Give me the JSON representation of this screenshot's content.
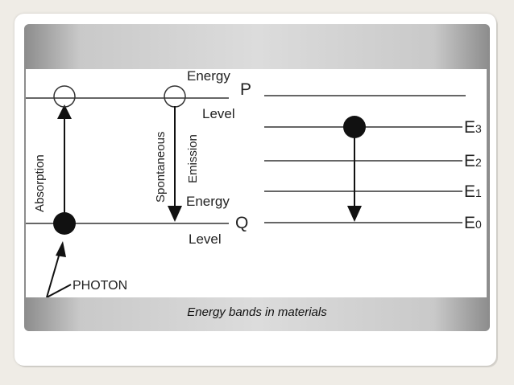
{
  "diagram": {
    "labels": {
      "energy_top": "Energy",
      "level_p": "P",
      "level_top": "Level",
      "absorption": "Absorption",
      "spontaneous": "Spontaneous",
      "emission": "Emission",
      "energy_bottom": "Energy",
      "level_q": "Q",
      "level_bottom": "Level",
      "photon": "PHOTON"
    },
    "levels": [
      {
        "base": "E",
        "sub": "3"
      },
      {
        "base": "E",
        "sub": "2"
      },
      {
        "base": "E",
        "sub": "1"
      },
      {
        "base": "E",
        "sub": "0"
      }
    ]
  },
  "caption": "Energy bands in materials"
}
